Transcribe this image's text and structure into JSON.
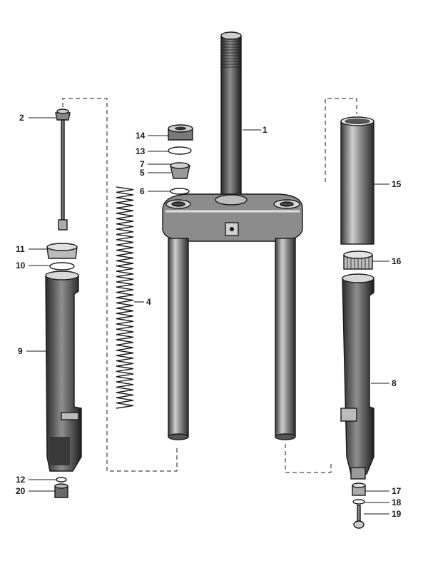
{
  "callouts": [
    {
      "id": "c1",
      "text": "1"
    },
    {
      "id": "c2",
      "text": "2"
    },
    {
      "id": "c4",
      "text": "4"
    },
    {
      "id": "c5",
      "text": "5"
    },
    {
      "id": "c6",
      "text": "6"
    },
    {
      "id": "c7",
      "text": "7"
    },
    {
      "id": "c8",
      "text": "8"
    },
    {
      "id": "c9",
      "text": "9"
    },
    {
      "id": "c10",
      "text": "10"
    },
    {
      "id": "c11",
      "text": "11"
    },
    {
      "id": "c12",
      "text": "12"
    },
    {
      "id": "c13",
      "text": "13"
    },
    {
      "id": "c14",
      "text": "14"
    },
    {
      "id": "c15",
      "text": "15"
    },
    {
      "id": "c16",
      "text": "16"
    },
    {
      "id": "c17",
      "text": "17"
    },
    {
      "id": "c18",
      "text": "18"
    },
    {
      "id": "c19",
      "text": "19"
    },
    {
      "id": "c20",
      "text": "20"
    }
  ],
  "colors": {
    "line": "#1a1a1a",
    "dark": "#2a2a2a",
    "mid": "#6b6b6b",
    "light": "#bdbdbd",
    "paper": "#ffffff"
  }
}
